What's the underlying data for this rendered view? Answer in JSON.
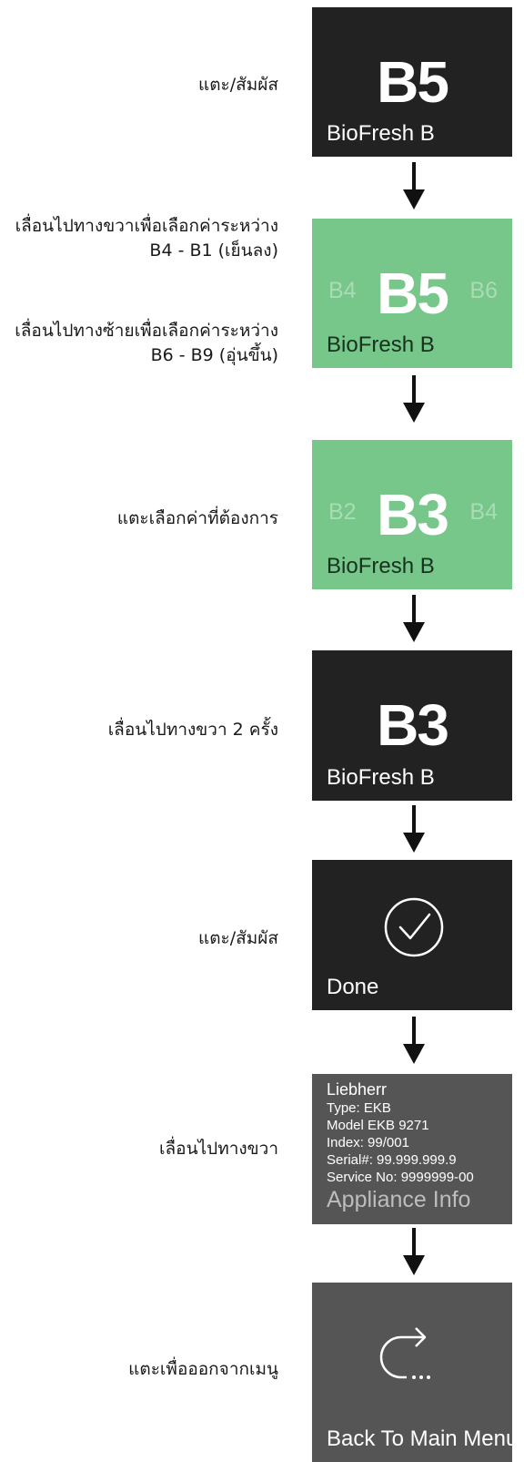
{
  "steps": [
    {
      "instruction": "แตะ/สัมผัส",
      "panel": {
        "value": "B5",
        "caption": "BioFresh B"
      }
    },
    {
      "instruction_line1": "เลื่อนไปทางขวาเพื่อเลือกค่าระหว่าง",
      "instruction_line2": "B4 - B1 (เย็นลง)",
      "instruction_line3": "เลื่อนไปทางซ้ายเพื่อเลือกค่าระหว่าง",
      "instruction_line4": "B6 - B9 (อุ่นขึ้น)",
      "panel": {
        "left": "B4",
        "value": "B5",
        "right": "B6",
        "caption": "BioFresh B"
      }
    },
    {
      "instruction": "แตะเลือกค่าที่ต้องการ",
      "panel": {
        "left": "B2",
        "value": "B3",
        "right": "B4",
        "caption": "BioFresh B"
      }
    },
    {
      "instruction": "เลื่อนไปทางขวา 2 ครั้ง",
      "panel": {
        "value": "B3",
        "caption": "BioFresh B"
      }
    },
    {
      "instruction": "แตะ/สัมผัส",
      "panel": {
        "icon": "checkmark-circle-icon",
        "caption": "Done"
      }
    },
    {
      "instruction": "เลื่อนไปทางขวา",
      "panel": {
        "lines": [
          "Liebherr",
          "Type: EKB",
          "Model EKB 9271",
          "Index: 99/001",
          "Serial#: 99.999.999.9",
          "Service No: 9999999-00"
        ],
        "caption": "Appliance Info"
      }
    },
    {
      "instruction": "แตะเพื่อออกจากเมนู",
      "panel": {
        "icon": "back-arrow-icon",
        "caption": "Back To Main Menu"
      }
    }
  ],
  "colors": {
    "dark_panel": "#222222",
    "green_panel": "#77c68a",
    "grey_panel": "#555555",
    "arrow": "#111111"
  }
}
